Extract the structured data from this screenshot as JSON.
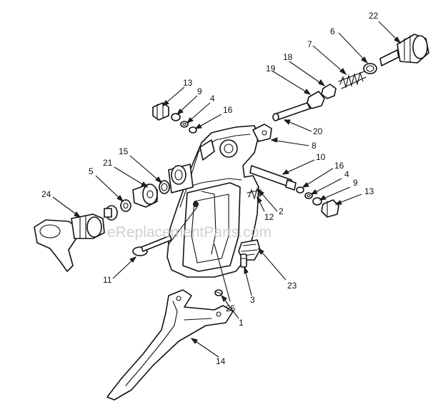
{
  "watermark": "eReplacementParts.com",
  "callouts": [
    {
      "id": "1",
      "label": "1"
    },
    {
      "id": "2",
      "label": "2"
    },
    {
      "id": "3",
      "label": "3"
    },
    {
      "id": "4a",
      "label": "4"
    },
    {
      "id": "4b",
      "label": "4"
    },
    {
      "id": "5",
      "label": "5"
    },
    {
      "id": "6",
      "label": "6"
    },
    {
      "id": "7",
      "label": "7"
    },
    {
      "id": "8",
      "label": "8"
    },
    {
      "id": "9a",
      "label": "9"
    },
    {
      "id": "9b",
      "label": "9"
    },
    {
      "id": "10",
      "label": "10"
    },
    {
      "id": "11",
      "label": "11"
    },
    {
      "id": "12",
      "label": "12"
    },
    {
      "id": "13a",
      "label": "13"
    },
    {
      "id": "13b",
      "label": "13"
    },
    {
      "id": "14",
      "label": "14"
    },
    {
      "id": "15",
      "label": "15"
    },
    {
      "id": "16a",
      "label": "16"
    },
    {
      "id": "16b",
      "label": "16"
    },
    {
      "id": "18",
      "label": "18"
    },
    {
      "id": "19",
      "label": "19"
    },
    {
      "id": "20",
      "label": "20"
    },
    {
      "id": "21",
      "label": "21"
    },
    {
      "id": "22",
      "label": "22"
    },
    {
      "id": "23",
      "label": "23"
    },
    {
      "id": "24",
      "label": "24"
    },
    {
      "id": "25",
      "label": "25"
    }
  ]
}
